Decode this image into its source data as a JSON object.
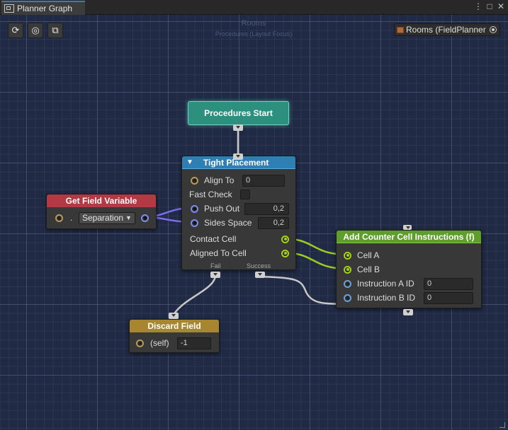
{
  "window": {
    "tab_title": "Planner Graph",
    "menu_icon": "⋮",
    "maximize_icon": "□",
    "close_icon": "✕"
  },
  "canvas": {
    "graph_title": "Rooms",
    "graph_subtitle": "Procedures (Layout Focus)",
    "toolbar": {
      "refresh_icon": "⟳",
      "focus_icon": "◎",
      "copy_icon": "⧉"
    },
    "asset_field": {
      "label": "Rooms (FieldPlanner"
    }
  },
  "nodes": {
    "procedures_start": {
      "title": "Procedures Start",
      "color": "#2d8f7d"
    },
    "tight_placement": {
      "title": "Tight Placement",
      "collapse_icon": "▼",
      "color": "#2f7fb4",
      "align_to_label": "Align To",
      "align_to_value": "0",
      "fast_check_label": "Fast Check",
      "push_out_label": "Push Out",
      "push_out_value": "0,2",
      "sides_space_label": "Sides Space",
      "sides_space_value": "0,2",
      "contact_cell_label": "Contact Cell",
      "aligned_to_cell_label": "Aligned To Cell",
      "fail_label": "Fail",
      "success_label": "Success"
    },
    "get_field_variable": {
      "title": "Get Field Variable",
      "color": "#b33a45",
      "dot_label": ".",
      "dropdown_value": "Separation"
    },
    "add_counter_cell": {
      "title": "Add Counter Cell Instructions (f)",
      "color": "#5e9e2a",
      "cell_a_label": "Cell A",
      "cell_b_label": "Cell B",
      "instr_a_label": "Instruction A ID",
      "instr_a_value": "0",
      "instr_b_label": "Instruction B ID",
      "instr_b_value": "0"
    },
    "discard_field": {
      "title": "Discard Field",
      "color": "#a8862f",
      "self_label": "(self)",
      "value": "-1"
    }
  }
}
